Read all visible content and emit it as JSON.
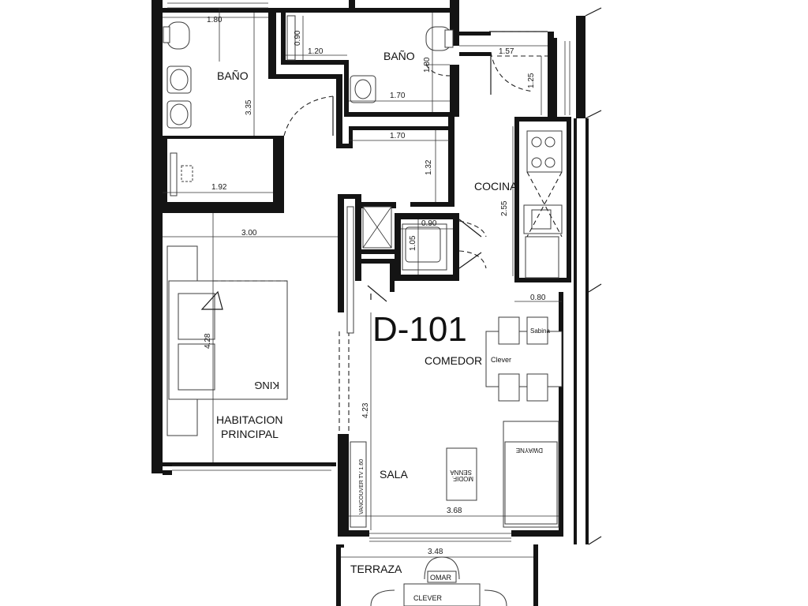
{
  "unit": {
    "code": "D-101"
  },
  "rooms": {
    "bano_1": "BAÑO",
    "bano_2": "BAÑO",
    "cocina": "COCINA",
    "comedor": "COMEDOR",
    "habitacion": [
      "HABITACION",
      "PRINCIPAL"
    ],
    "sala": "SALA",
    "terraza": "TERRAZA"
  },
  "dimensions": {
    "bano1_width": "1.80",
    "bano1_height": "3.35",
    "closet_width": "1.92",
    "bano2_a": "0.90",
    "bano2_b": "1.20",
    "bano2_c": "1.80",
    "bano2_d": "1.70",
    "entry_a": "1.57",
    "entry_b": "1.25",
    "hall_width": "1.70",
    "hall_height": "1.32",
    "cocina_height": "2.55",
    "laundry_a": "0.90",
    "laundry_b": "1.05",
    "hab_width": "3.00",
    "hab_height": "4.28",
    "comedor_w": "0.80",
    "sala_height": "4.23",
    "sala_width": "3.68",
    "terraza_width": "3.48"
  },
  "furniture": {
    "bed": "KING",
    "chair": "Sabina",
    "table": "Clever",
    "sofa": "DWAYNE",
    "coffee_table": [
      "SENNA",
      "MODIF."
    ],
    "tv_unit": "VANCOUVER TV 1.60",
    "terrace_chair": "OMAR",
    "terrace_table": "CLEVER"
  }
}
